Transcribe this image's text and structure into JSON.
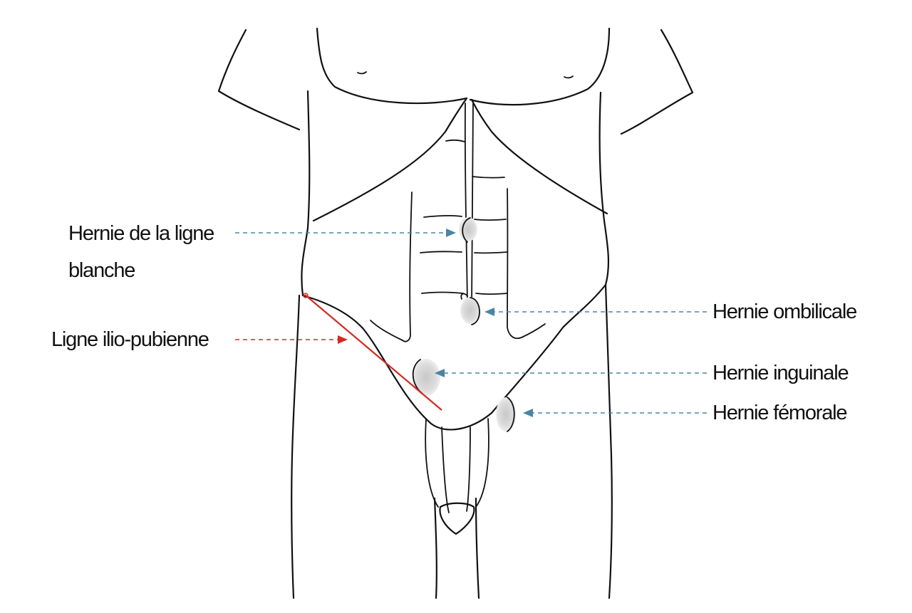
{
  "labels": {
    "ligne_blanche_line1": "Hernie de la ligne",
    "ligne_blanche_line2": "blanche",
    "ilio_pubienne": "Ligne ilio-pubienne",
    "ombilicale": "Hernie ombilicale",
    "inguinale": "Hernie inguinale",
    "femorale": "Hernie fémorale"
  },
  "colors": {
    "hernia_arrow": "#4a85a4",
    "ilio_pubic_line": "#d42a20",
    "outline": "#111111",
    "hernia_fill": "#d6d6d6"
  }
}
